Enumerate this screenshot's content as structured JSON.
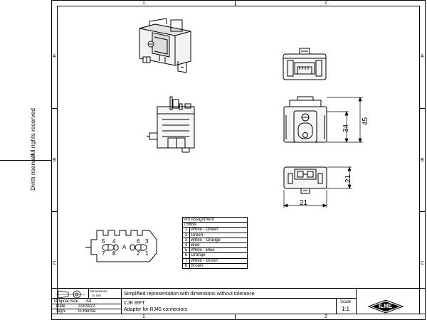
{
  "frame": {
    "zone_columns": [
      "1",
      "2"
    ],
    "zone_rows": [
      "A",
      "B",
      "C"
    ]
  },
  "side_text": {
    "line1": "Diritti riservati",
    "line2": "All rights reserved"
  },
  "dimensions": {
    "height_total": "45",
    "height_body": "34",
    "depth": "21",
    "width": "21"
  },
  "pin_table": {
    "title": "Pin Assignment",
    "standard": "T568A",
    "rows": [
      {
        "pin": "1",
        "wire": "White  -  Green"
      },
      {
        "pin": "2",
        "wire": "Green"
      },
      {
        "pin": "3",
        "wire": "White  -  Orange"
      },
      {
        "pin": "4",
        "wire": "Blue"
      },
      {
        "pin": "5",
        "wire": "White  -  Blue"
      },
      {
        "pin": "6",
        "wire": "Orange"
      },
      {
        "pin": "7",
        "wire": "White  -  Brown"
      },
      {
        "pin": "8",
        "wire": "Brown"
      }
    ]
  },
  "connector_labels": {
    "top": [
      "5",
      "4",
      "6",
      "3"
    ],
    "middle": "A",
    "bottom": [
      "7",
      "8",
      "2",
      "1"
    ]
  },
  "title_block": {
    "units_line1": "Dimensions",
    "units_line2": "in mm",
    "original_size_label": "Original Size",
    "original_size_value": "A4",
    "date_label": "Date",
    "date_value": "31/03/22",
    "sign_label": "Sign.",
    "sign_value": "G.Renna",
    "note": "Simplified representation with dimensions without tolerance",
    "code": "CJK 8IFT",
    "description": "Adapter for RJ45 connectors",
    "scale_label": "Scale",
    "scale_value": "1:1",
    "logo_text": "ILME"
  }
}
